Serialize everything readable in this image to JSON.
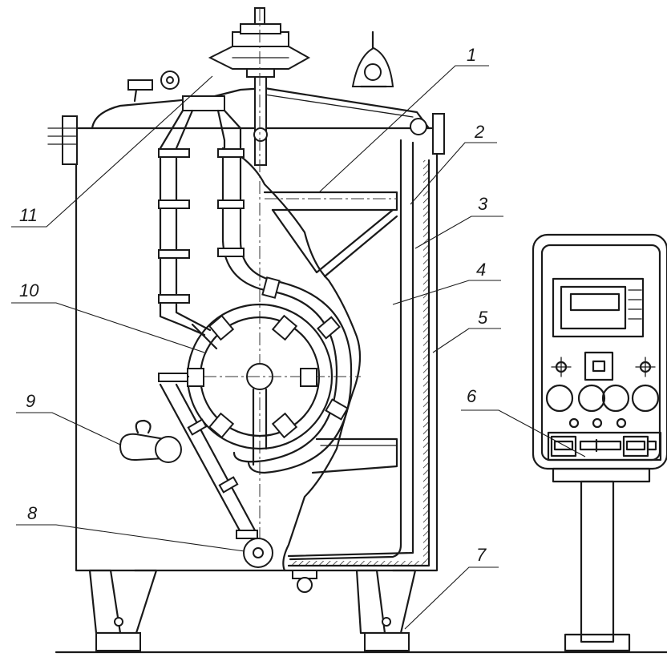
{
  "callouts": [
    {
      "id": "1",
      "text": "1"
    },
    {
      "id": "2",
      "text": "2"
    },
    {
      "id": "3",
      "text": "3"
    },
    {
      "id": "4",
      "text": "4"
    },
    {
      "id": "5",
      "text": "5"
    },
    {
      "id": "6",
      "text": "6"
    },
    {
      "id": "7",
      "text": "7"
    },
    {
      "id": "8",
      "text": "8"
    },
    {
      "id": "9",
      "text": "9"
    },
    {
      "id": "10",
      "text": "10"
    },
    {
      "id": "11",
      "text": "11"
    }
  ],
  "colors": {
    "ink": "#1a1a1a",
    "paper": "#ffffff"
  }
}
